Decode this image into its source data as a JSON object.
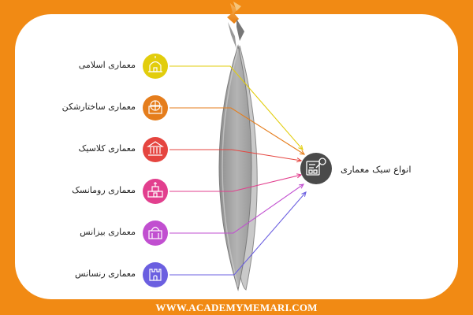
{
  "diagram": {
    "center": {
      "label": "انواع سبک معماری",
      "icon": "architect-drawing-icon",
      "color": "#4a4a4a"
    },
    "styles": [
      {
        "label": "معماری اسلامی",
        "icon": "mosque-icon",
        "color": "#e2cd0c"
      },
      {
        "label": "معماری ساختارشکن",
        "icon": "round-window-building-icon",
        "color": "#e57d1c"
      },
      {
        "label": "معماری کلاسیک",
        "icon": "classical-temple-icon",
        "color": "#e5453f"
      },
      {
        "label": "معماری رومانسک",
        "icon": "church-icon",
        "color": "#e23f8e"
      },
      {
        "label": "معماری بیزانس",
        "icon": "byzantine-domed-building-icon",
        "color": "#c14fd0"
      },
      {
        "label": "معماری رنسانس",
        "icon": "castle-tower-icon",
        "color": "#6b5fe0"
      }
    ]
  },
  "footer": {
    "site": "WWW.ACADEMYMEMARI.COM"
  },
  "colors": {
    "background": "#f18a14",
    "panel": "#ffffff",
    "lens": "#a8a8a8"
  }
}
